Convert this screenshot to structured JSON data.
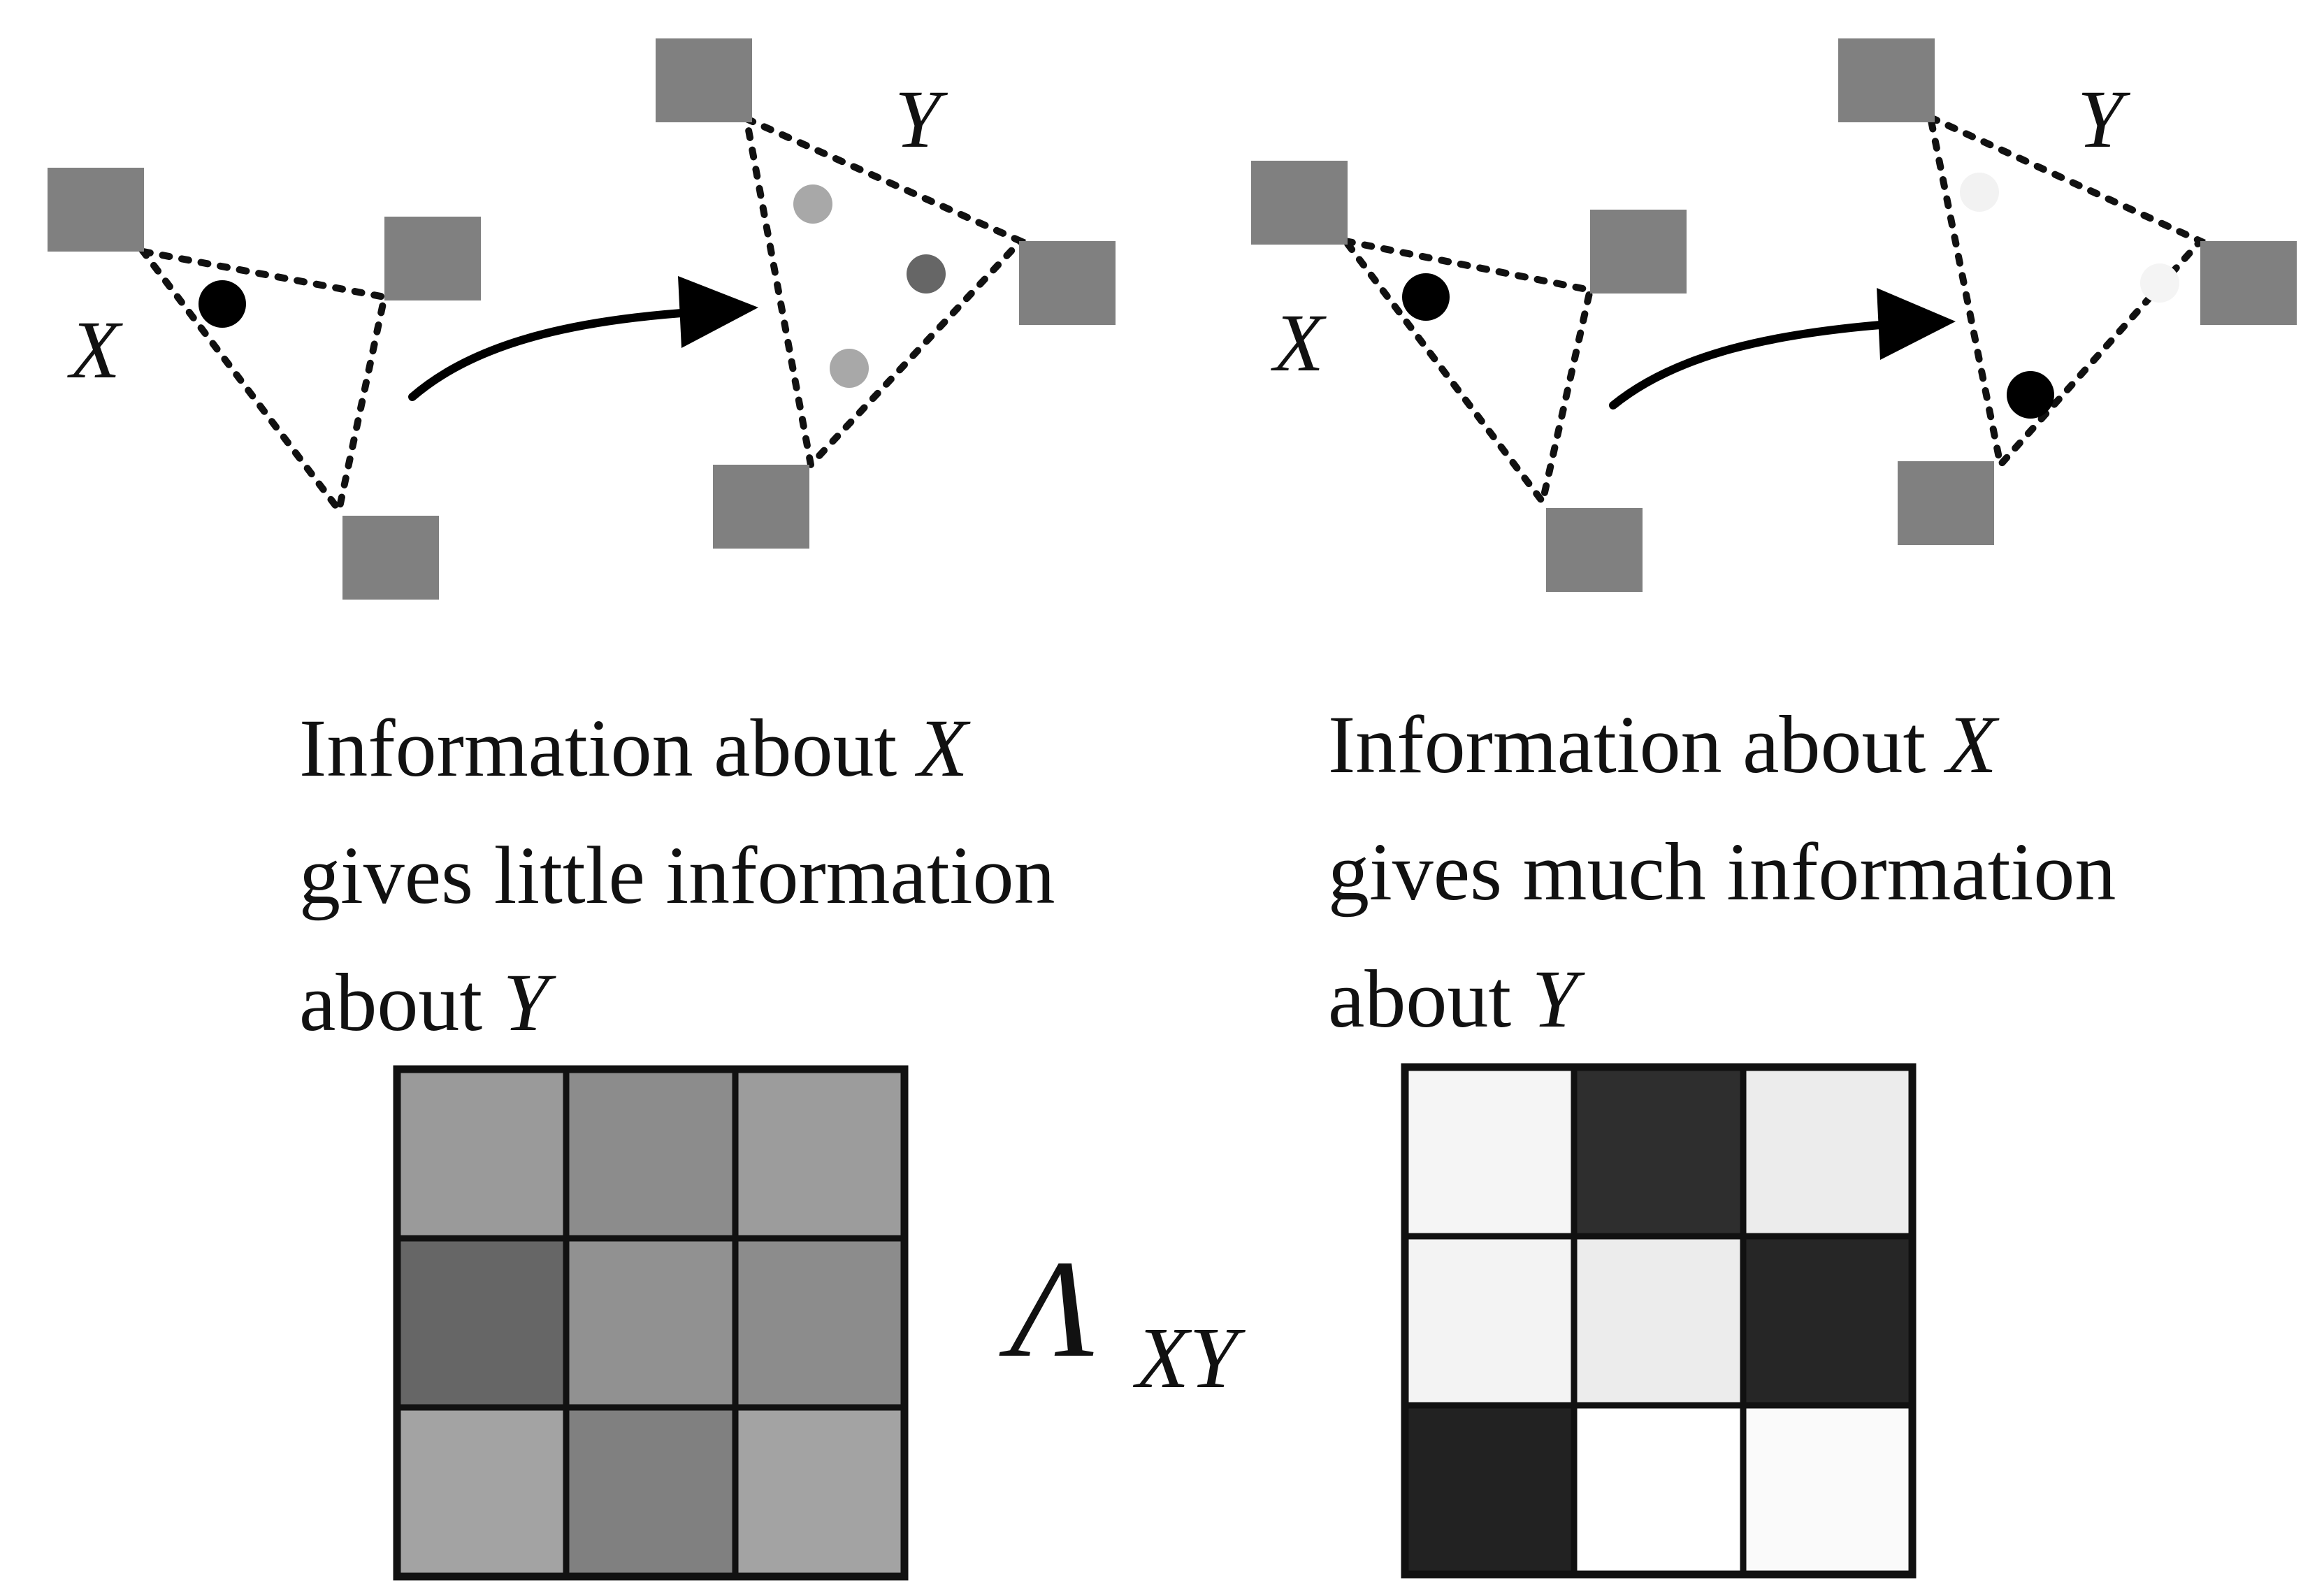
{
  "left_panel": {
    "x_label": "X",
    "y_label": "Y",
    "caption": {
      "line1_text": "Information about ",
      "line1_var": "X",
      "line2_text": "gives little information",
      "line3_text": "about ",
      "line3_var": "Y"
    },
    "y_point_tones": [
      "#a8a8a8",
      "#666666",
      "#a8a8a8"
    ],
    "matrix_tones": [
      [
        "#9a9a9a",
        "#8c8c8c",
        "#9c9c9c"
      ],
      [
        "#666666",
        "#919191",
        "#8c8c8c"
      ],
      [
        "#a3a3a3",
        "#808080",
        "#a3a3a3"
      ]
    ]
  },
  "right_panel": {
    "x_label": "X",
    "y_label": "Y",
    "caption": {
      "line1_text": "Information about ",
      "line1_var": "X",
      "line2_text": "gives much information",
      "line3_text": "about ",
      "line3_var": "Y"
    },
    "y_point_tones": [
      "#f2f2f2",
      "#f4f4f4",
      "#000000"
    ],
    "matrix_tones": [
      [
        "#f5f5f5",
        "#2e2e2e",
        "#ececec"
      ],
      [
        "#f3f3f3",
        "#ececec",
        "#262626"
      ],
      [
        "#222222",
        "#ffffff",
        "#fafafa"
      ]
    ]
  },
  "matrix_label": {
    "symbol": "Λ",
    "subscript": "XY"
  },
  "colors": {
    "anchor_square": "#808080",
    "point_x": "#000000",
    "line": "#111111"
  }
}
